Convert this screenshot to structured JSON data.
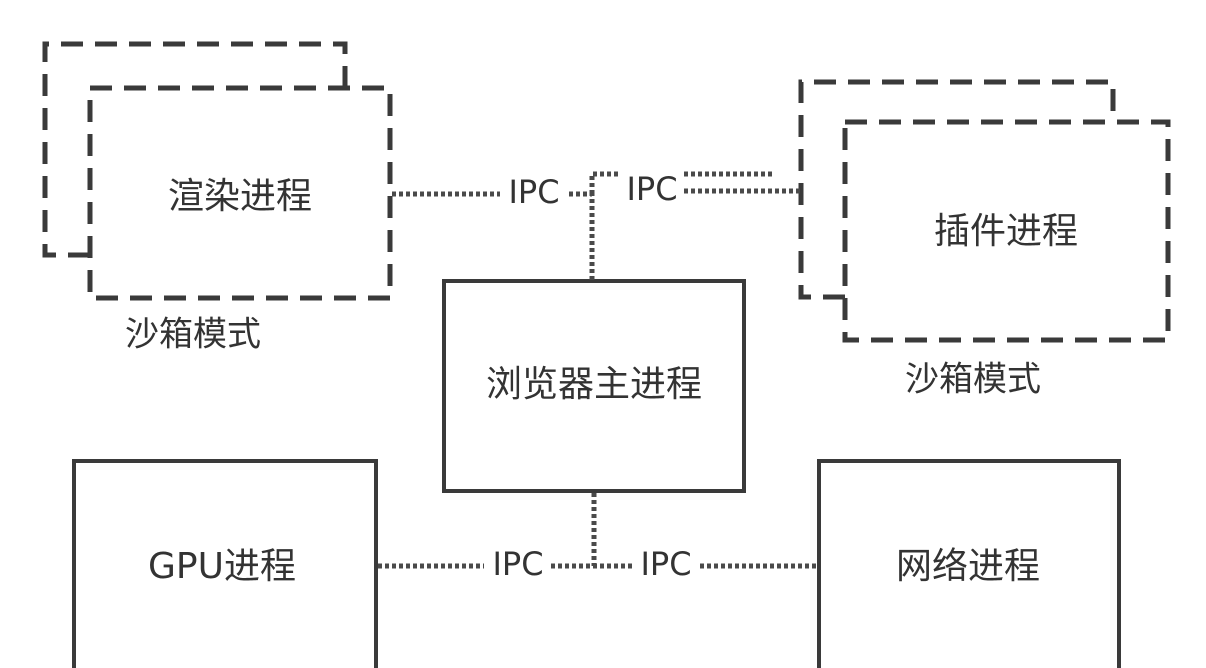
{
  "diagram": {
    "nodes": {
      "renderer": {
        "label": "渲染进程",
        "style": "dashed-stacked"
      },
      "plugin": {
        "label": "插件进程",
        "style": "dashed-stacked"
      },
      "browser": {
        "label": "浏览器主进程",
        "style": "solid"
      },
      "gpu": {
        "label": "GPU进程",
        "style": "solid"
      },
      "network": {
        "label": "网络进程",
        "style": "solid"
      }
    },
    "sandbox_labels": {
      "renderer": "沙箱模式",
      "plugin": "沙箱模式"
    },
    "edges": {
      "renderer_browser": {
        "label": "IPC",
        "from": "渲染进程",
        "to": "浏览器主进程"
      },
      "plugin_browser": {
        "label": "IPC",
        "from": "插件进程",
        "to": "浏览器主进程"
      },
      "gpu_browser": {
        "label": "IPC",
        "from": "GPU进程",
        "to": "浏览器主进程"
      },
      "network_browser": {
        "label": "IPC",
        "from": "网络进程",
        "to": "浏览器主进程"
      }
    }
  }
}
